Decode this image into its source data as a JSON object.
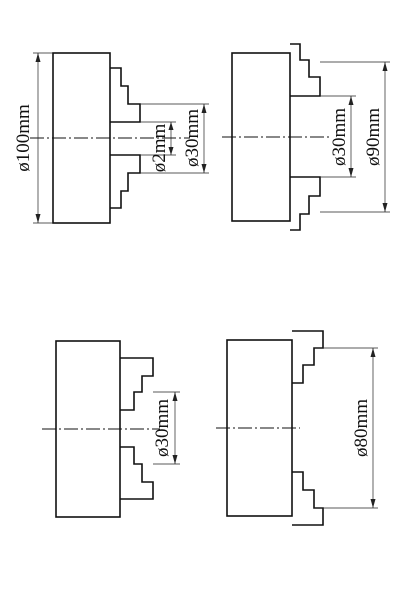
{
  "labels": {
    "d100": "ø100mm",
    "d2": "ø2mm",
    "d30a": "ø30mm",
    "d30b": "ø30mm",
    "d90": "ø90mm",
    "d30c": "ø30mm",
    "d80": "ø80mm"
  }
}
